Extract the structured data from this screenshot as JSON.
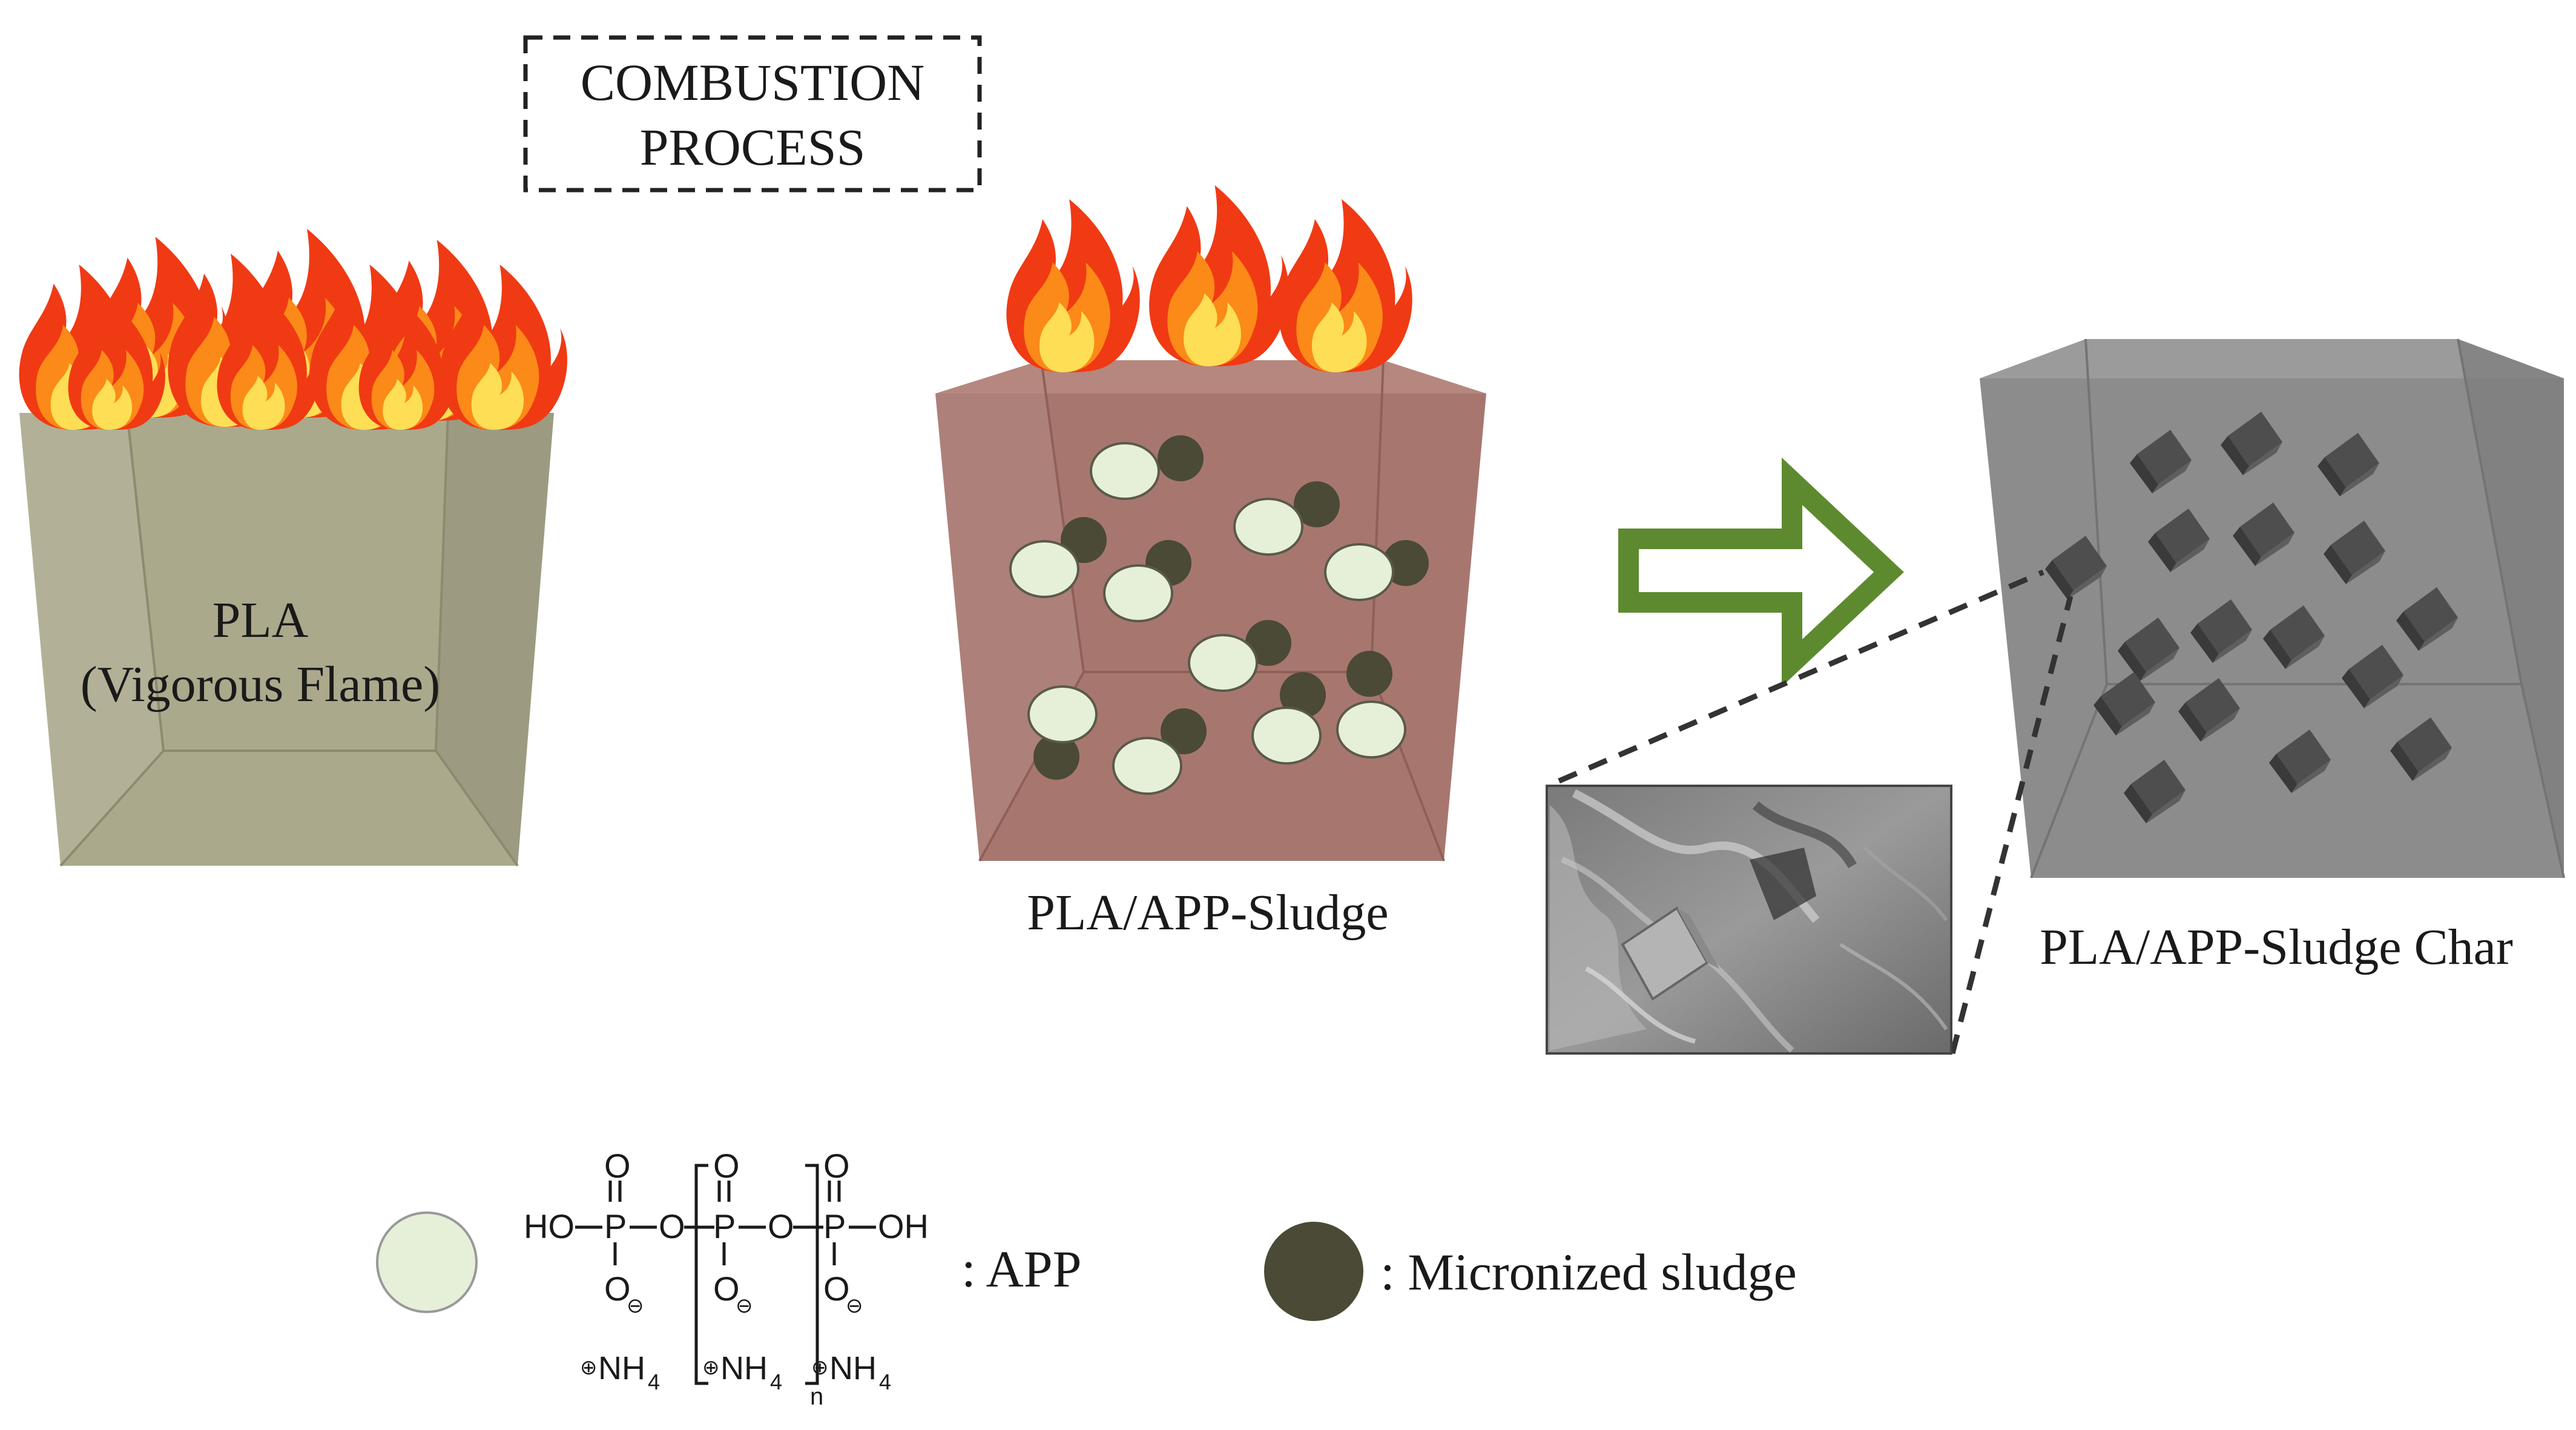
{
  "title_box": {
    "line1": "COMBUSTION",
    "line2": "PROCESS"
  },
  "boxes": {
    "pla": {
      "label_line1": "PLA",
      "label_line2": "(Vigorous Flame)",
      "color": "#aaa98c"
    },
    "pla_app_sludge": {
      "label": "PLA/APP-Sludge",
      "color": "#a7776f"
    },
    "char": {
      "label": "PLA/APP-Sludge Char",
      "color": "#8c8c8c"
    }
  },
  "arrow": {
    "color": "#5e8a2f",
    "icon": "right-arrow-outline-icon"
  },
  "sem_inset": {
    "icon": "sem-micrograph"
  },
  "legend": {
    "app_label": ": APP",
    "sludge_label": ": Micronized sludge",
    "app_color": "#e6f0d8",
    "sludge_color": "#4a4a36",
    "formula": {
      "ho": "HO",
      "oh": "OH",
      "o": "O",
      "p": "P",
      "nh4": "NH",
      "sub4": "4",
      "subn": "n",
      "plus": "⊕",
      "minus": "⊖"
    }
  },
  "flame_colors": {
    "outer": "#f03a14",
    "mid": "#fb8a18",
    "inner": "#fdde55"
  }
}
